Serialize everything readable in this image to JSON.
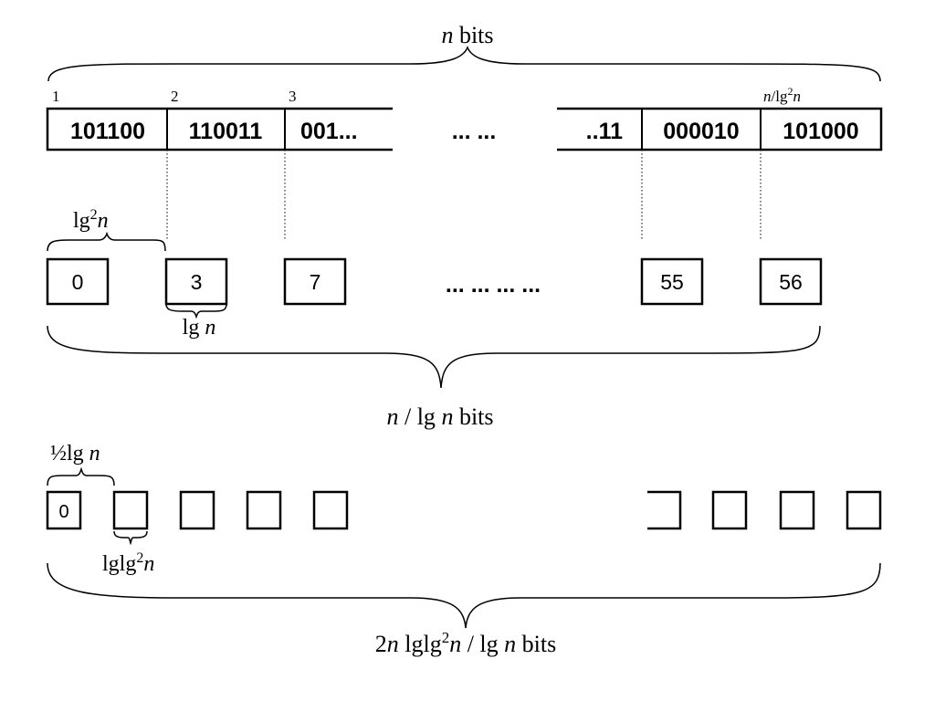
{
  "top": {
    "brace_label": {
      "var": "n",
      "text": " bits"
    },
    "positions": {
      "first": "1",
      "second": "2",
      "third": "3",
      "last": {
        "n": "n",
        "lg": "/lg",
        "sup": "2",
        "n2": "n"
      }
    },
    "segments": [
      "101100",
      "110011",
      "001...",
      "... ...",
      "..11",
      "000010",
      "101000"
    ]
  },
  "middle": {
    "block_label": {
      "lg": "lg",
      "sup": "2",
      "var": "n"
    },
    "counters": [
      "0",
      "3",
      "7",
      "55",
      "56"
    ],
    "ellipsis": "... ... ... ...",
    "counter_width_label": {
      "lg": "lg ",
      "var": "n"
    },
    "brace_label": {
      "var1": "n",
      "mid": " / lg ",
      "var2": "n",
      "tail": " bits"
    }
  },
  "bottom": {
    "sub_block_label": {
      "frac": "½lg ",
      "var": "n"
    },
    "first_value": "0",
    "cell_width_label": {
      "lglg": "lglg",
      "sup": "2",
      "var": "n"
    },
    "brace_label": {
      "lead": "2",
      "var1": "n",
      "lglg": " lglg",
      "sup": "2",
      "var2": "n",
      "mid": " / lg ",
      "var3": "n",
      "tail": " bits"
    }
  }
}
